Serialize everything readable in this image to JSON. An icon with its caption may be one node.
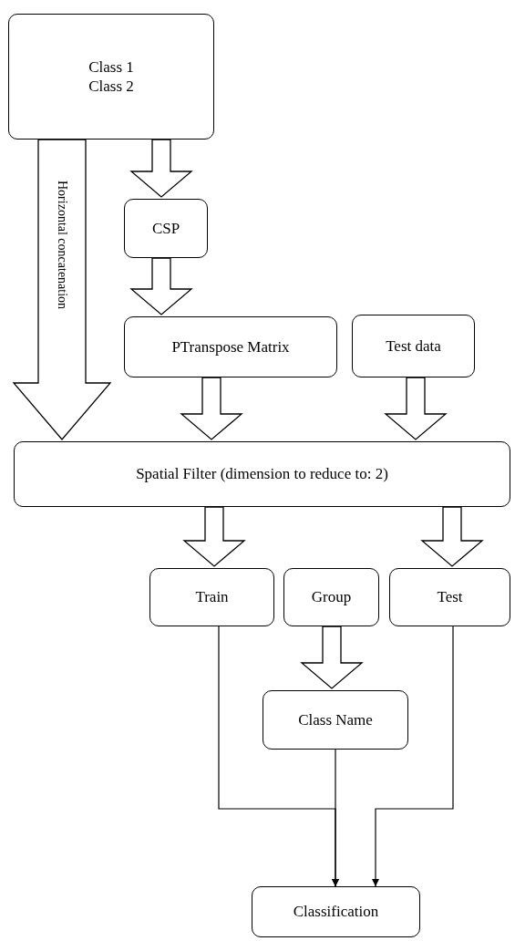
{
  "diagram": {
    "nodes": [
      {
        "text": [
          "Class 1",
          "Class 2"
        ]
      },
      {
        "text": [
          "CSP"
        ]
      },
      {
        "text": [
          "PTranspose Matrix"
        ]
      },
      {
        "text": [
          "Test data"
        ]
      },
      {
        "text": [
          "Spatial Filter (dimension to reduce to: 2)"
        ]
      },
      {
        "text": [
          "Train"
        ]
      },
      {
        "text": [
          "Group"
        ]
      },
      {
        "text": [
          "Test"
        ]
      },
      {
        "text": [
          "Class Name"
        ]
      },
      {
        "text": [
          "Classification"
        ]
      }
    ],
    "edges": [
      {
        "from": 0,
        "to": 4,
        "arrow": "to",
        "style": "thick",
        "label": "Horizontal concatenation"
      },
      {
        "from": 0,
        "to": 1,
        "arrow": "to",
        "style": "thick"
      },
      {
        "from": 1,
        "to": 2,
        "arrow": "to",
        "style": "thick"
      },
      {
        "from": 2,
        "to": 4,
        "arrow": "to",
        "style": "thick"
      },
      {
        "from": 3,
        "to": 4,
        "arrow": "to",
        "style": "thick"
      },
      {
        "from": 4,
        "to": 5,
        "arrow": "to",
        "style": "thick"
      },
      {
        "from": 4,
        "to": 7,
        "arrow": "to",
        "style": "thick"
      },
      {
        "from": 6,
        "to": 8,
        "arrow": "to",
        "style": "thick"
      },
      {
        "from": 5,
        "to": 9,
        "arrow": "to"
      },
      {
        "from": 8,
        "to": 9,
        "arrow": "to"
      },
      {
        "from": 7,
        "to": 9,
        "arrow": "to"
      }
    ]
  }
}
